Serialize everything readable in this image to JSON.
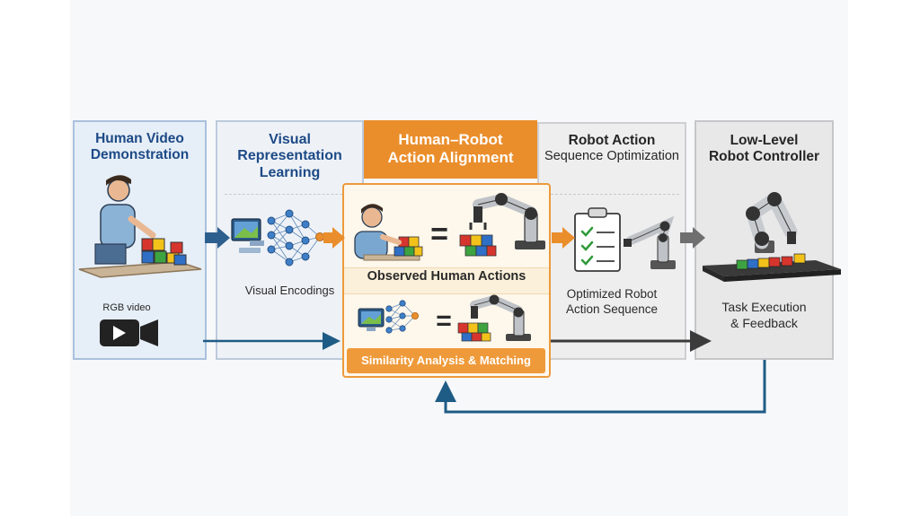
{
  "columns": [
    {
      "title_lines": [
        "Human Video",
        "Demonstration"
      ]
    },
    {
      "title_lines": [
        "Visual",
        "Representation",
        "Learning"
      ]
    },
    {
      "title_lines": [
        "Human–Robot",
        "Action Alignment"
      ]
    },
    {
      "title_lines": [
        "Robot Action",
        "Sequence Optimization"
      ]
    },
    {
      "title_lines": [
        "Low-Level",
        "Robot Controller"
      ]
    }
  ],
  "labels": {
    "rgb_video": "RGB video",
    "visual_encodings": "Visual Encodings",
    "observed_human_actions": "Observed Human Actions",
    "similarity": "Similarity Analysis & Matching",
    "optimized_lines": [
      "Optimized Robot",
      "Action Sequence"
    ],
    "task_lines": [
      "Task Execution",
      "& Feedback"
    ],
    "equals": "="
  },
  "colors": {
    "accent_orange": "#ea8e2c",
    "flow_blue": "#1f5c85",
    "title_blue": "#1d4a86",
    "arrow_gray": "#6f6f6f"
  },
  "icons": [
    "person-stacking-blocks-icon",
    "video-camera-icon",
    "neural-network-icon",
    "robot-arm-icon",
    "checklist-clipboard-icon",
    "colored-blocks-icon"
  ]
}
